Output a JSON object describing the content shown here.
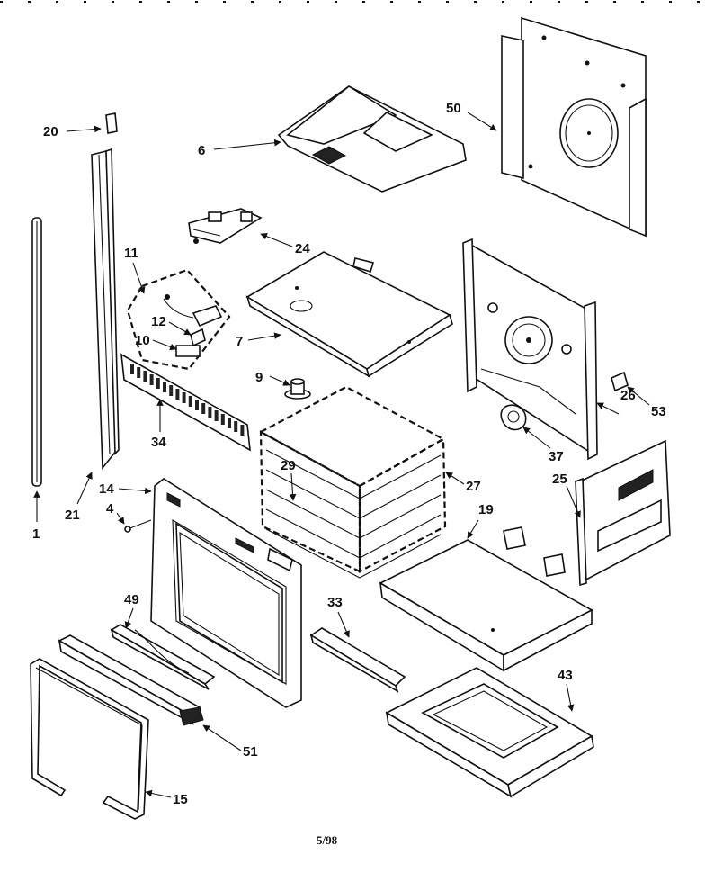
{
  "diagram": {
    "page_number": "5/98",
    "callouts": {
      "p1": "1",
      "p4": "4",
      "p6": "6",
      "p7": "7",
      "p9": "9",
      "p10": "10",
      "p11": "11",
      "p12": "12",
      "p14": "14",
      "p15": "15",
      "p19": "19",
      "p20": "20",
      "p21": "21",
      "p24": "24",
      "p25": "25",
      "p26": "26",
      "p27": "27",
      "p29": "29",
      "p33": "33",
      "p34": "34",
      "p37": "37",
      "p43": "43",
      "p49": "49",
      "p50": "50",
      "p51": "51",
      "p53": "53"
    }
  }
}
